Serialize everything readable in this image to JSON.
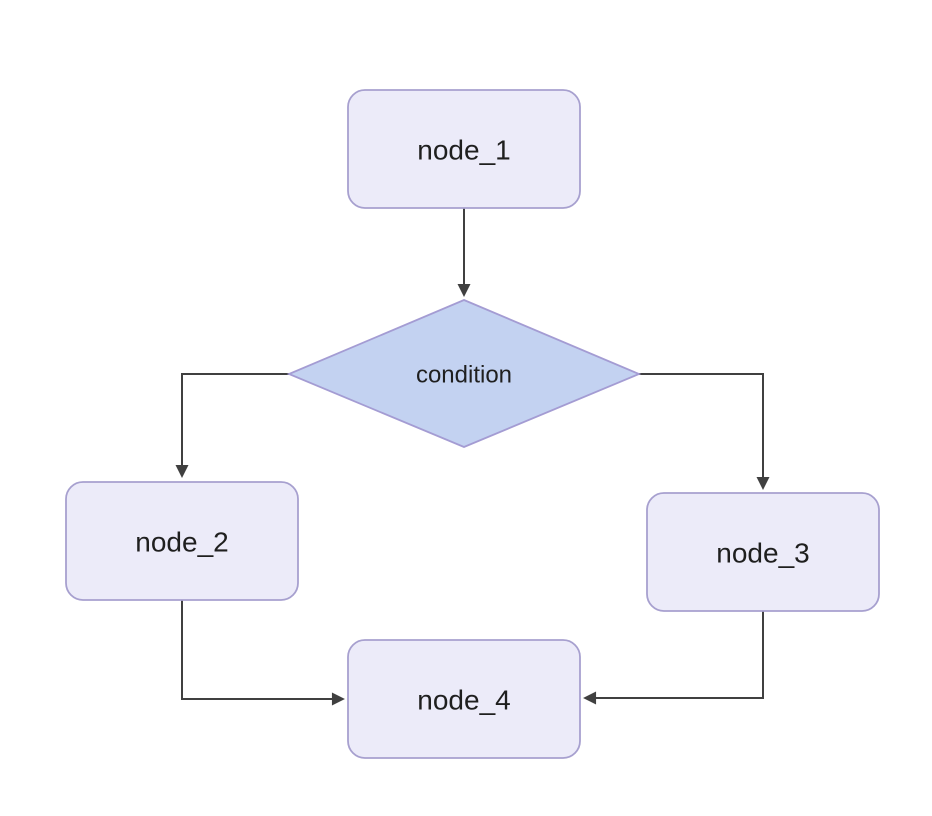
{
  "diagram": {
    "type": "flowchart",
    "direction": "top-down",
    "nodes": [
      {
        "id": "node_1",
        "label": "node_1",
        "shape": "rounded-rectangle"
      },
      {
        "id": "condition",
        "label": "condition",
        "shape": "diamond"
      },
      {
        "id": "node_2",
        "label": "node_2",
        "shape": "rounded-rectangle"
      },
      {
        "id": "node_3",
        "label": "node_3",
        "shape": "rounded-rectangle"
      },
      {
        "id": "node_4",
        "label": "node_4",
        "shape": "rounded-rectangle"
      }
    ],
    "edges": [
      {
        "from": "node_1",
        "to": "condition",
        "style": "arrow"
      },
      {
        "from": "condition",
        "to": "node_2",
        "style": "arrow"
      },
      {
        "from": "condition",
        "to": "node_3",
        "style": "arrow"
      },
      {
        "from": "node_2",
        "to": "node_4",
        "style": "arrow"
      },
      {
        "from": "node_3",
        "to": "node_4",
        "style": "arrow"
      }
    ],
    "colors": {
      "background": "#FFFFFF",
      "node_fill": "#ECEBF9",
      "node_border": "#A7A0CF",
      "decision_fill": "#C3D2F1",
      "decision_border": "#A49CD3",
      "connector": "#404040",
      "label_text": "#1F1F1F"
    }
  }
}
